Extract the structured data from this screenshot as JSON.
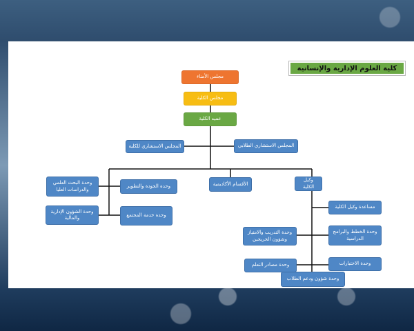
{
  "title": "كلية العلوم الإدارية والإنسانية",
  "nodes": {
    "trustees": "مجلس الأمناء",
    "college_council": "مجلس الكلية",
    "dean": "عميد الكلية",
    "advisory_college": "المجلس الاستشاري للكلية",
    "advisory_students": "المجلس الاستشاري الطلابي",
    "research_unit": "وحدة البحث العلمي والدراسات العليا",
    "quality_unit": "وحدة الجودة والتطوير",
    "academic_departments": "الأقسام الأكاديمية",
    "vice_dean": "وكيل الكلية",
    "admin_finance_unit": "وحدة الشؤون الإدارية والمالية",
    "community_unit": "وحدة خدمة المجتمع",
    "assistant_vice_dean": "مساعدة وكيل الكلية",
    "plans_unit": "وحدة الخطط والبرامج الدراسية",
    "training_unit": "وحدة التدريب والامتياز وشؤون الخريجين",
    "learning_resources_unit": "وحدة مصادر التعلم",
    "exams_unit": "وحدة الاختبارات",
    "student_affairs_unit": "وحدة شؤون ودعم الطلاب"
  }
}
